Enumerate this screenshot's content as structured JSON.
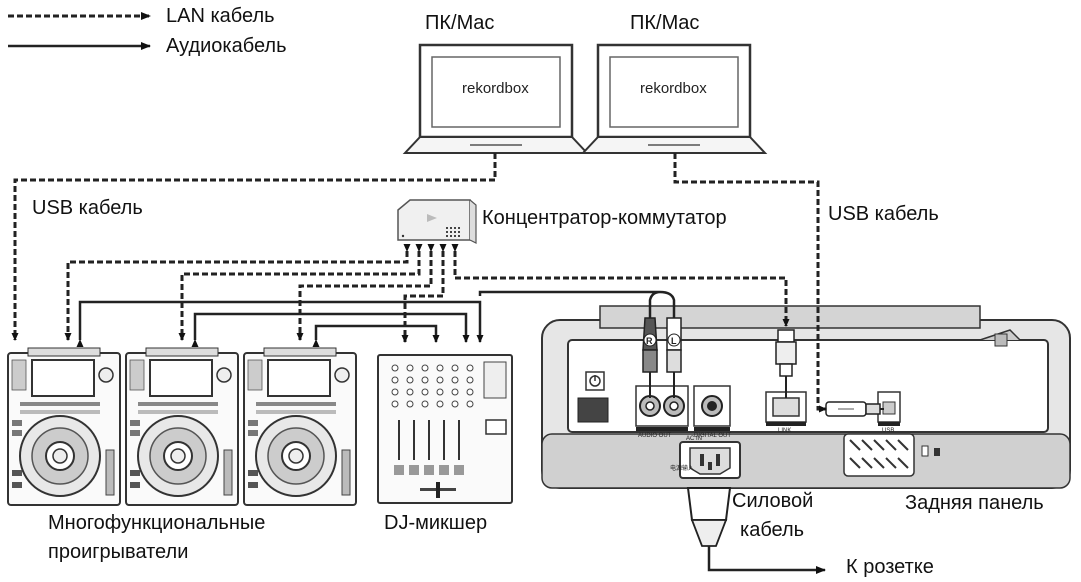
{
  "legend": {
    "lan_label": "LAN кабель",
    "audio_label": "Аудиокабель"
  },
  "labels": {
    "pc_left": "ПК/Mac",
    "pc_right": "ПК/Mac",
    "screen_left": "rekordbox",
    "screen_right": "rekordbox",
    "usb_left": "USB кабель",
    "usb_right": "USB кабель",
    "hub": "Концентратор-коммутатор",
    "players_line1": "Многофункциональные",
    "players_line2": "проигрыватели",
    "mixer": "DJ-микшер",
    "power_line1": "Силовой",
    "power_line2": "кабель",
    "rear_panel": "Задняя панель",
    "outlet": "К розетке"
  },
  "panel_text": {
    "audio_out": "AUDIO OUT",
    "digital_out": "DIGITAL OUT",
    "link": "LINK",
    "usb": "USB",
    "ac_in": "AC IN",
    "ac_in_cn": "电源输入",
    "plug_r": "R",
    "plug_l": "L"
  }
}
